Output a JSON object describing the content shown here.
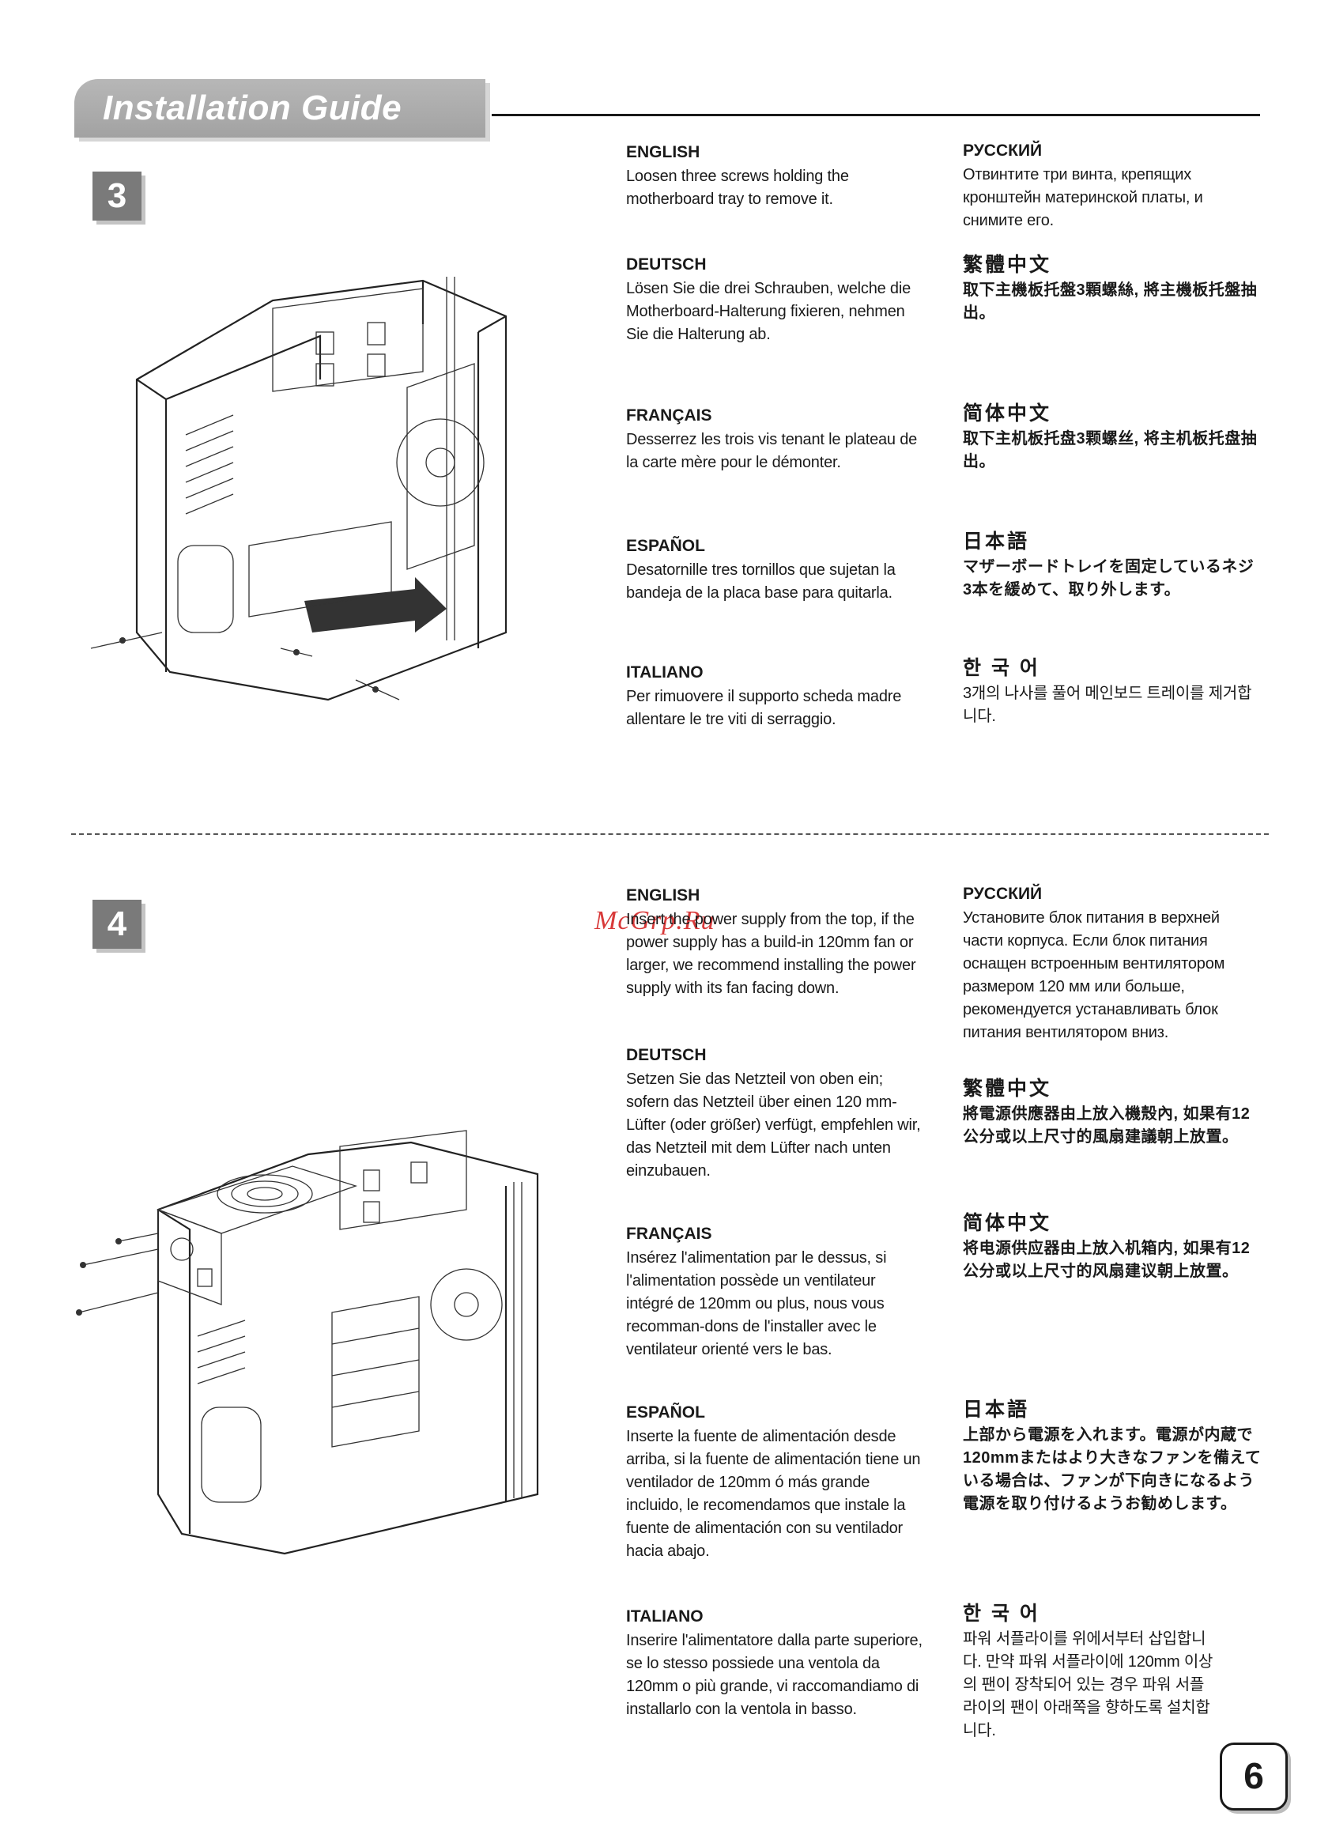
{
  "header": {
    "title": "Installation Guide"
  },
  "watermark": "McGrp.Ru",
  "page_number": "6",
  "icons": {
    "step3": "case-illustration-remove-tray",
    "step4": "case-illustration-insert-psu"
  },
  "steps": [
    {
      "number": "3",
      "languages": [
        {
          "name": "ENGLISH",
          "text": "Loosen three screws holding the motherboard tray to remove it."
        },
        {
          "name": "DEUTSCH",
          "text": "Lösen Sie die drei Schrauben, welche die Motherboard-Halterung fixieren, nehmen Sie die Halterung ab."
        },
        {
          "name": "FRANÇAIS",
          "text": "Desserrez les trois vis tenant le plateau de la carte mère pour le démonter."
        },
        {
          "name": "ESPAÑOL",
          "text": "Desatornille tres tornillos que sujetan la bandeja de la placa base para quitarla."
        },
        {
          "name": "ITALIANO",
          "text": "Per rimuovere il supporto scheda madre allentare le tre viti di serraggio."
        },
        {
          "name": "РУССКИЙ",
          "text": "Отвинтите три винта, крепящих кронштейн материнской платы, и снимите его."
        },
        {
          "name": "繁體中文",
          "text": "取下主機板托盤3顆螺絲, 將主機板托盤抽出。"
        },
        {
          "name": "简体中文",
          "text": "取下主机板托盘3颗螺丝, 将主机板托盘抽出。"
        },
        {
          "name": "日本語",
          "text": "マザーボードトレイを固定しているネジ3本を緩めて、取り外します。"
        },
        {
          "name": "한 국 어",
          "text": "3개의 나사를 풀어 메인보드 트레이를 제거합니다."
        }
      ]
    },
    {
      "number": "4",
      "languages": [
        {
          "name": "ENGLISH",
          "text": "Insert the power supply from the top, if the power supply has a build-in 120mm fan or larger, we recommend installing the power supply with its fan facing down."
        },
        {
          "name": "DEUTSCH",
          "text": "Setzen Sie das Netzteil von oben ein; sofern das Netzteil über einen 120 mm-Lüfter (oder größer) verfügt, empfehlen wir, das Netzteil mit dem Lüfter nach unten einzubauen."
        },
        {
          "name": "FRANÇAIS",
          "text": "Insérez l'alimentation par le dessus, si l'alimentation possède un ventilateur intégré de 120mm ou plus, nous vous recomman-dons de l'installer avec le ventilateur orienté vers le bas."
        },
        {
          "name": "ESPAÑOL",
          "text": "Inserte la fuente de alimentación desde arriba, si la fuente de alimentación tiene un ventilador de 120mm ó más grande incluido, le recomendamos que instale la fuente de alimentación con su ventilador hacia abajo."
        },
        {
          "name": "ITALIANO",
          "text": "Inserire l'alimentatore dalla parte superiore, se lo stesso possiede una ventola da 120mm o più grande, vi raccomandiamo di installarlo con la ventola in basso."
        },
        {
          "name": "РУССКИЙ",
          "text": "Установите блок питания в верхней части корпуса. Если блок питания оснащен встроенным вентилятором размером 120 мм или больше, рекомендуется устанавливать блок питания вентилятором вниз."
        },
        {
          "name": "繁體中文",
          "text": "將電源供應器由上放入機殼內, 如果有12公分或以上尺寸的風扇建議朝上放置。"
        },
        {
          "name": "简体中文",
          "text": "将电源供应器由上放入机箱内, 如果有12公分或以上尺寸的风扇建议朝上放置。"
        },
        {
          "name": "日本語",
          "text": "上部から電源を入れます。電源が内蔵で120mmまたはより大きなファンを備えている場合は、ファンが下向きになるよう電源を取り付けるようお勧めします。"
        },
        {
          "name": "한 국 어",
          "text": "파워 서플라이를 위에서부터 삽입합니다. 만약 파워 서플라이에 120mm 이상의 팬이 장착되어 있는 경우 파워 서플라이의 팬이 아래쪽을 향하도록 설치합니다."
        }
      ]
    }
  ]
}
